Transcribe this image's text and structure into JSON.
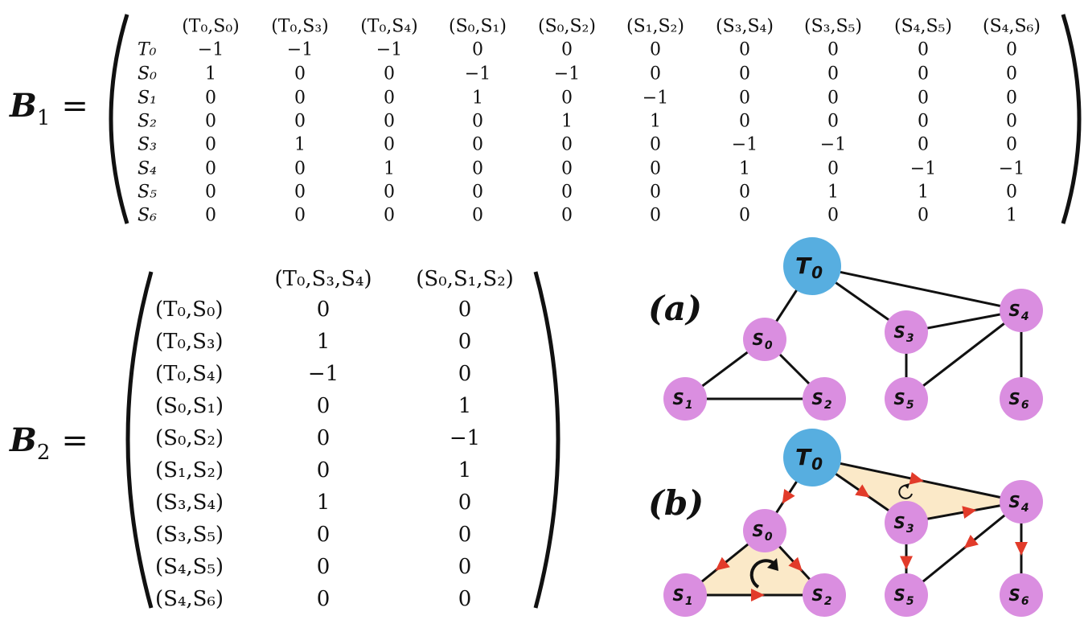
{
  "b1": {
    "label_symbol": "B",
    "label_sub": "1",
    "label_eq": "=",
    "col_headers": [
      "(T₀,S₀)",
      "(T₀,S₃)",
      "(T₀,S₄)",
      "(S₀,S₁)",
      "(S₀,S₂)",
      "(S₁,S₂)",
      "(S₃,S₄)",
      "(S₃,S₅)",
      "(S₄,S₅)",
      "(S₄,S₆)"
    ],
    "row_headers": [
      "T₀",
      "S₀",
      "S₁",
      "S₂",
      "S₃",
      "S₄",
      "S₅",
      "S₆"
    ],
    "rows": [
      [
        "−1",
        "−1",
        "−1",
        "0",
        "0",
        "0",
        "0",
        "0",
        "0",
        "0"
      ],
      [
        "1",
        "0",
        "0",
        "−1",
        "−1",
        "0",
        "0",
        "0",
        "0",
        "0"
      ],
      [
        "0",
        "0",
        "0",
        "1",
        "0",
        "−1",
        "0",
        "0",
        "0",
        "0"
      ],
      [
        "0",
        "0",
        "0",
        "0",
        "1",
        "1",
        "0",
        "0",
        "0",
        "0"
      ],
      [
        "0",
        "1",
        "0",
        "0",
        "0",
        "0",
        "−1",
        "−1",
        "0",
        "0"
      ],
      [
        "0",
        "0",
        "1",
        "0",
        "0",
        "0",
        "1",
        "0",
        "−1",
        "−1"
      ],
      [
        "0",
        "0",
        "0",
        "0",
        "0",
        "0",
        "0",
        "1",
        "1",
        "0"
      ],
      [
        "0",
        "0",
        "0",
        "0",
        "0",
        "0",
        "0",
        "0",
        "0",
        "1"
      ]
    ]
  },
  "b2": {
    "label_symbol": "B",
    "label_sub": "2",
    "label_eq": "=",
    "col_headers": [
      "(T₀,S₃,S₄)",
      "(S₀,S₁,S₂)"
    ],
    "row_headers": [
      "(T₀,S₀)",
      "(T₀,S₃)",
      "(T₀,S₄)",
      "(S₀,S₁)",
      "(S₀,S₂)",
      "(S₁,S₂)",
      "(S₃,S₄)",
      "(S₃,S₅)",
      "(S₄,S₅)",
      "(S₄,S₆)"
    ],
    "rows": [
      [
        "0",
        "0"
      ],
      [
        "1",
        "0"
      ],
      [
        "−1",
        "0"
      ],
      [
        "0",
        "1"
      ],
      [
        "0",
        "−1"
      ],
      [
        "0",
        "1"
      ],
      [
        "1",
        "0"
      ],
      [
        "0",
        "0"
      ],
      [
        "0",
        "0"
      ],
      [
        "0",
        "0"
      ]
    ]
  },
  "graph_a": {
    "panel_label": "(a)",
    "nodes": [
      {
        "id": "T0",
        "base": "T",
        "sub": "0",
        "color": "#57aee0"
      },
      {
        "id": "S0",
        "base": "S",
        "sub": "0",
        "color": "#da8ee0"
      },
      {
        "id": "S1",
        "base": "S",
        "sub": "1",
        "color": "#da8ee0"
      },
      {
        "id": "S2",
        "base": "S",
        "sub": "2",
        "color": "#da8ee0"
      },
      {
        "id": "S3",
        "base": "S",
        "sub": "3",
        "color": "#da8ee0"
      },
      {
        "id": "S4",
        "base": "S",
        "sub": "4",
        "color": "#da8ee0"
      },
      {
        "id": "S5",
        "base": "S",
        "sub": "5",
        "color": "#da8ee0"
      },
      {
        "id": "S6",
        "base": "S",
        "sub": "6",
        "color": "#da8ee0"
      }
    ],
    "edges": [
      [
        "T0",
        "S0"
      ],
      [
        "T0",
        "S3"
      ],
      [
        "T0",
        "S4"
      ],
      [
        "S0",
        "S1"
      ],
      [
        "S0",
        "S2"
      ],
      [
        "S1",
        "S2"
      ],
      [
        "S3",
        "S4"
      ],
      [
        "S3",
        "S5"
      ],
      [
        "S4",
        "S5"
      ],
      [
        "S4",
        "S6"
      ]
    ]
  },
  "graph_b": {
    "panel_label": "(b)",
    "arrow_color": "#e23b2a",
    "face_color": "#fbe9c8",
    "directed_edges": [
      [
        "T0",
        "S0"
      ],
      [
        "T0",
        "S3"
      ],
      [
        "S0",
        "S1"
      ],
      [
        "S0",
        "S2"
      ],
      [
        "S1",
        "S2"
      ],
      [
        "S3",
        "S4"
      ],
      [
        "S3",
        "S5"
      ],
      [
        "S4",
        "S5"
      ],
      [
        "S4",
        "S6"
      ],
      [
        "S4",
        "T0"
      ]
    ],
    "faces": [
      [
        "T0",
        "S3",
        "S4"
      ],
      [
        "S0",
        "S1",
        "S2"
      ]
    ]
  }
}
